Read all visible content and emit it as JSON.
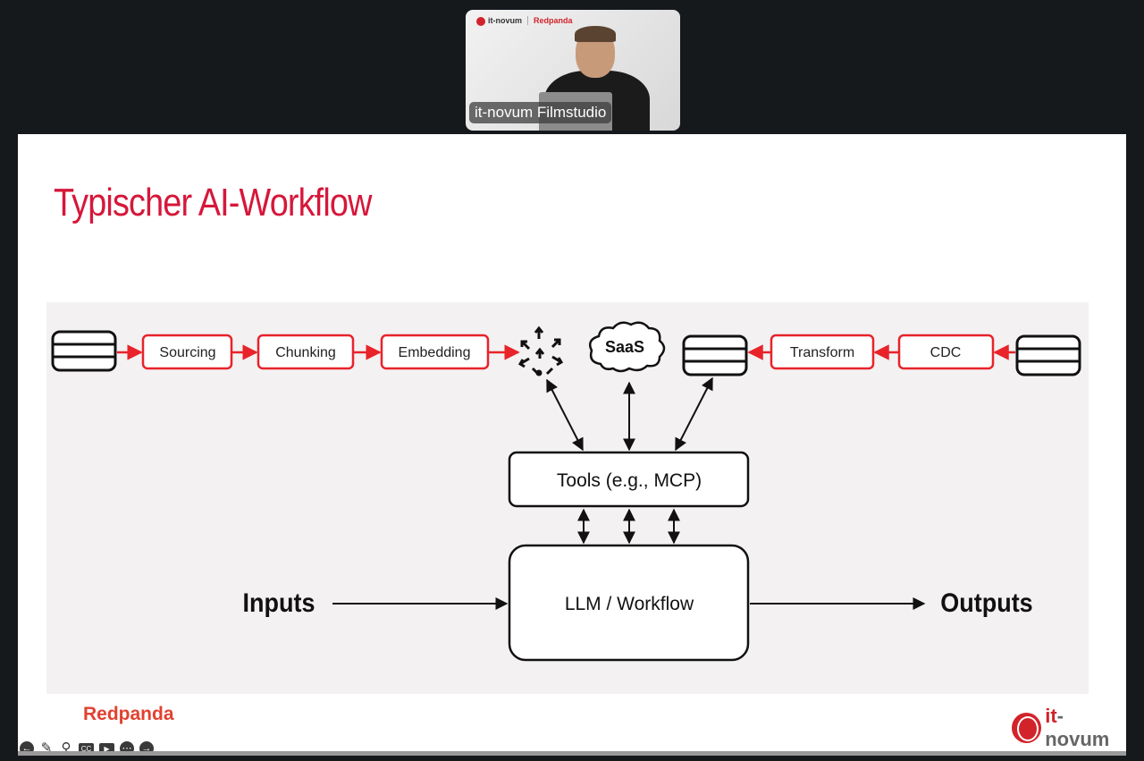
{
  "video": {
    "caption": "it-novum Filmstudio",
    "logo_left": "it-novum",
    "logo_right": "Redpanda"
  },
  "slide": {
    "title": "Typischer AI-Workflow",
    "pipeline": {
      "sourcing": "Sourcing",
      "chunking": "Chunking",
      "embedding": "Embedding",
      "saas": "SaaS",
      "transform": "Transform",
      "cdc": "CDC"
    },
    "tools": "Tools (e.g., MCP)",
    "llm": "LLM / Workflow",
    "inputs": "Inputs",
    "outputs": "Outputs",
    "footer_left_logo": "Redpanda",
    "footer_right_logo": {
      "prefix": "it",
      "suffix": "-novum"
    }
  },
  "colors": {
    "accent": "#d6173a",
    "pipeline": "#e8232a"
  },
  "controls": [
    "previous-icon",
    "pen-icon",
    "zoom-icon",
    "captions-icon",
    "camera-icon",
    "more-icon",
    "next-icon"
  ]
}
